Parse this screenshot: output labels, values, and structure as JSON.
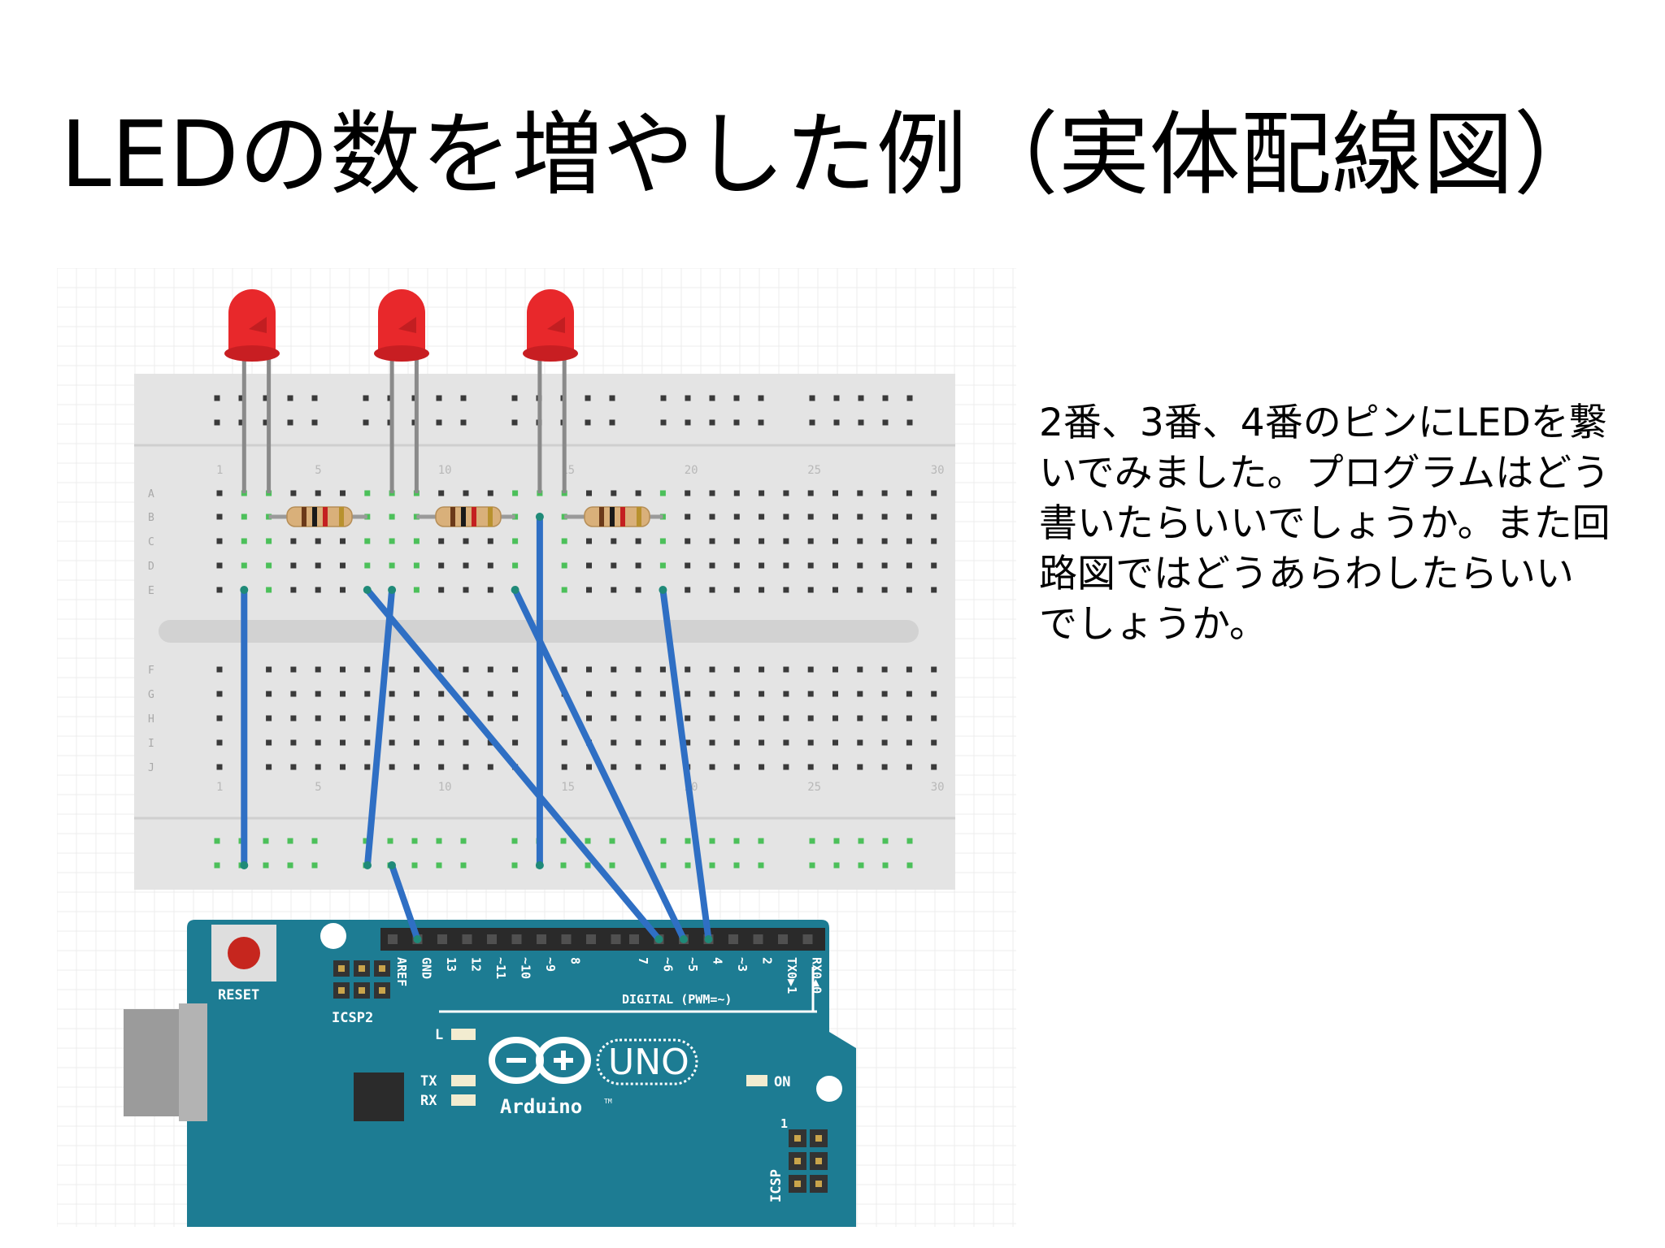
{
  "slide": {
    "title": "LEDの数を増やした例（実体配線図）",
    "body_lines": [
      "2番、3番、4番のピンにLEDを繋",
      "いでみました。プログラムはどう",
      "書いたらいいでしょうか。また回",
      "路図ではどうあらわしたらいい",
      "でしょうか。"
    ]
  },
  "breadboard": {
    "row_labels_top": [
      "A",
      "B",
      "C",
      "D",
      "E"
    ],
    "row_labels_bottom": [
      "F",
      "G",
      "H",
      "I",
      "J"
    ],
    "column_numbers": [
      "1",
      "5",
      "10",
      "15",
      "20",
      "25",
      "30"
    ]
  },
  "arduino": {
    "reset_label": "RESET",
    "icsp2_label": "ICSP2",
    "icsp_label": "ICSP",
    "icsp_pin1": "1",
    "digital_label": "DIGITAL (PWM=~)",
    "header_pins": [
      "AREF",
      "GND",
      "13",
      "12",
      "~11",
      "~10",
      "~9",
      "8",
      "7",
      "~6",
      "~5",
      "4",
      "~3",
      "2",
      "TX0▶1",
      "RX0◀0"
    ],
    "led_l": "L",
    "led_tx": "TX",
    "led_rx": "RX",
    "on_label": "ON",
    "logo_text": "Arduino",
    "logo_tm": "TM",
    "model": "UNO"
  },
  "colors": {
    "wire": "#2f6fc4",
    "board": "#1d7c93",
    "breadboard": "#e4e4e4",
    "led": "#e8282b"
  }
}
